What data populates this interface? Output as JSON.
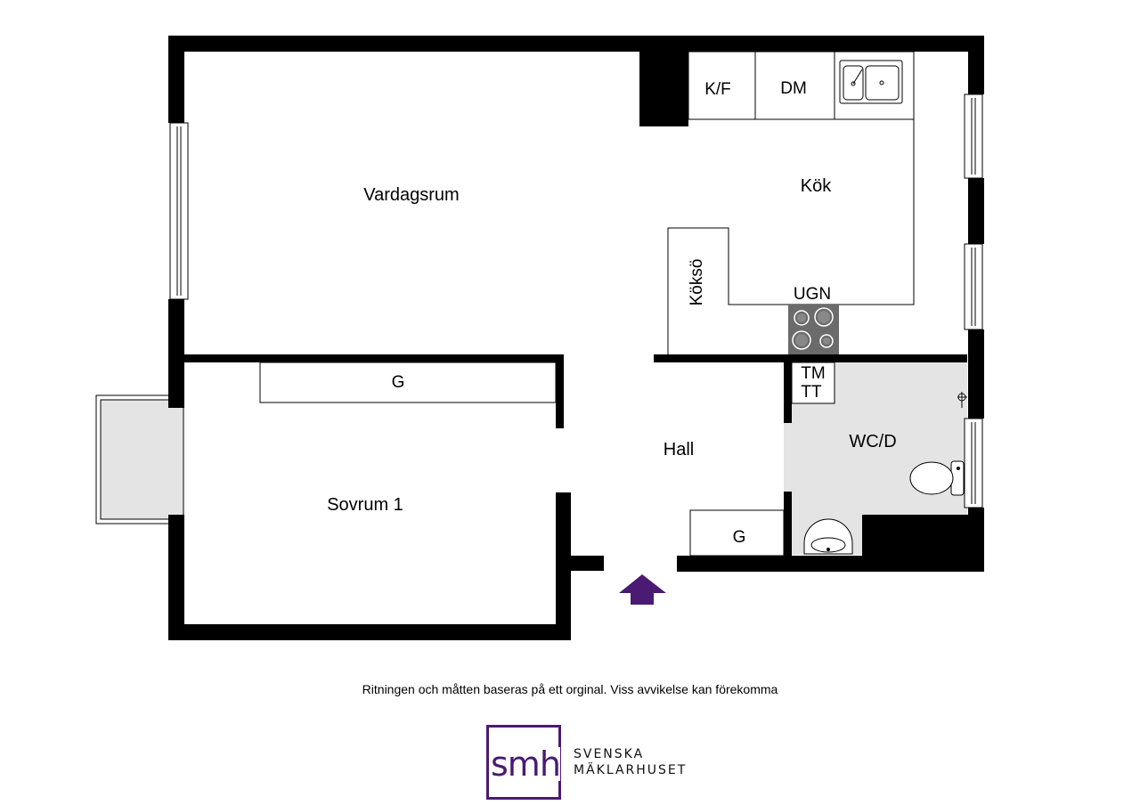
{
  "rooms": {
    "living": "Vardagsrum",
    "kitchen": "Kök",
    "bedroom": "Sovrum 1",
    "hall": "Hall",
    "bathroom": "WC/D"
  },
  "fixtures": {
    "fridge_freezer": "K/F",
    "dishwasher": "DM",
    "kitchen_island": "Köksö",
    "oven": "UGN",
    "washer": "TM",
    "dryer": "TT",
    "wardrobe_bedroom": "G",
    "wardrobe_hall": "G"
  },
  "disclaimer": "Ritningen och måtten baseras på ett orginal. Viss avvikelse kan förekomma",
  "brand": {
    "mark": "smh",
    "line1": "SVENSKA",
    "line2": "MÄKLARHUSET",
    "color": "#4b1a72"
  },
  "colors": {
    "wall": "#000000",
    "bathroom_floor": "#e4e4e4",
    "balcony": "#e4e4e4",
    "entrance_arrow": "#4b1a72",
    "stove": "#6b6b6b"
  }
}
